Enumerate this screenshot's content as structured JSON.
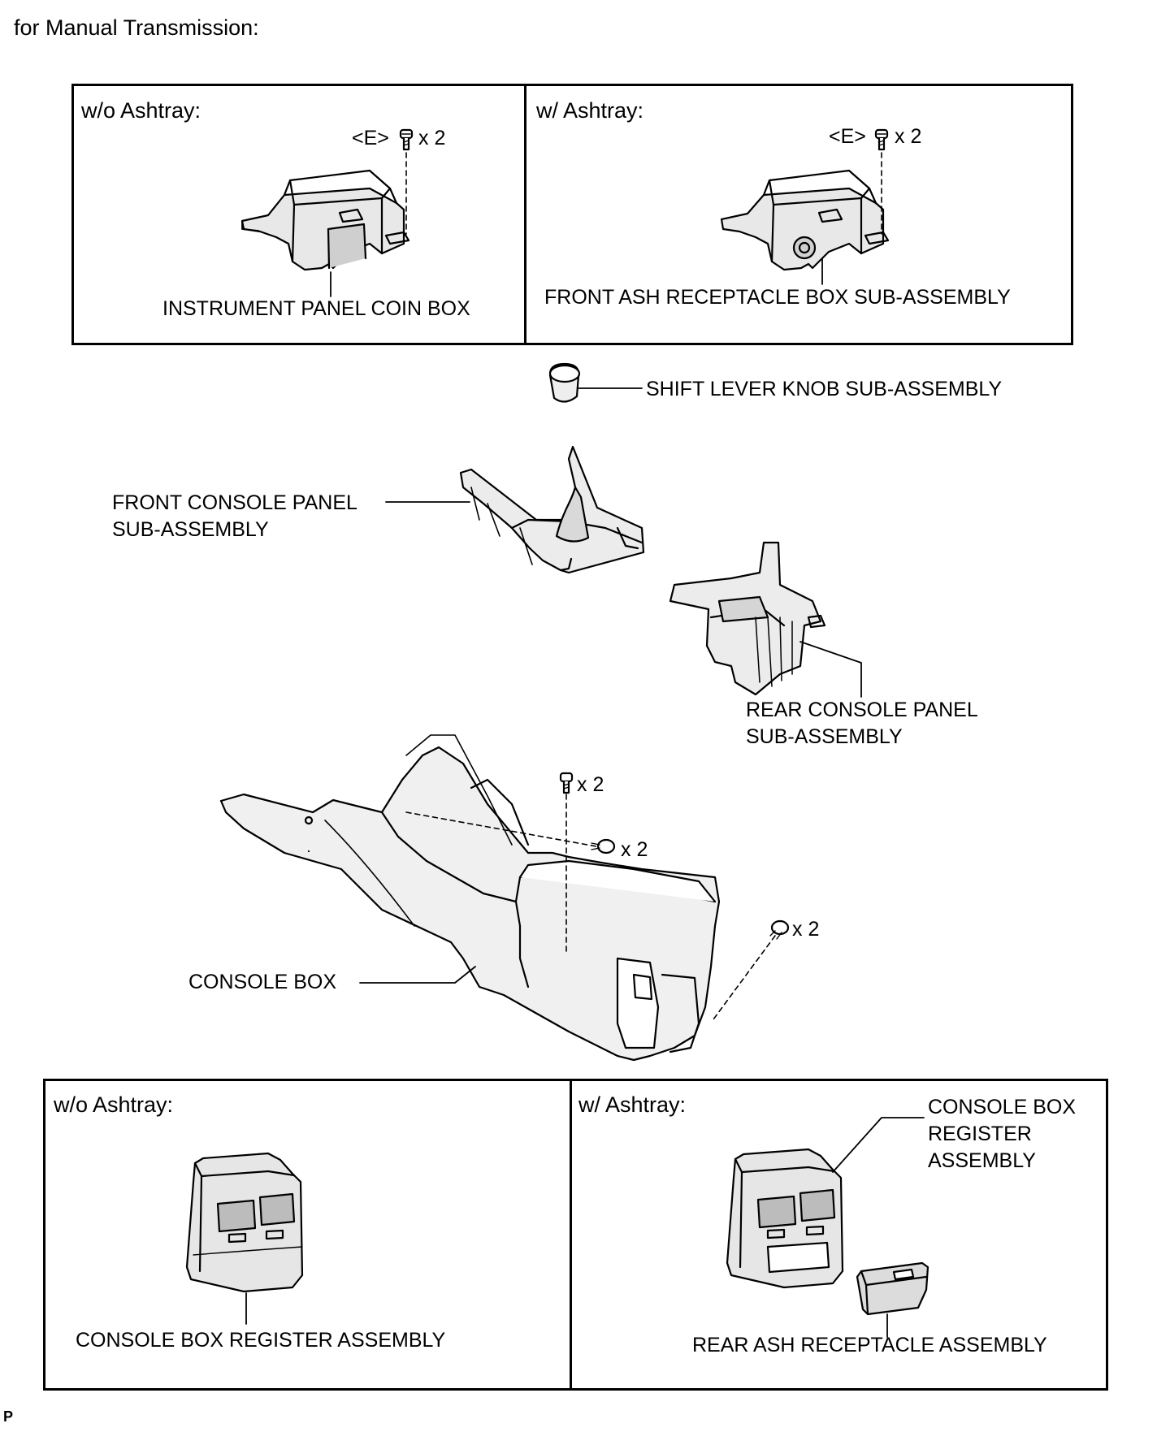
{
  "heading": "for Manual Transmission:",
  "upper_box": {
    "left_title": "w/o Ashtray:",
    "left_fastener": "<E>",
    "left_qty": "x 2",
    "left_part": "INSTRUMENT PANEL COIN BOX",
    "right_title": "w/ Ashtray:",
    "right_fastener": "<E>",
    "right_qty": "x 2",
    "right_part": "FRONT ASH RECEPTACLE BOX SUB-ASSEMBLY"
  },
  "parts": {
    "shift_knob": "SHIFT LEVER KNOB SUB-ASSEMBLY",
    "front_console": "FRONT CONSOLE PANEL\nSUB-ASSEMBLY",
    "rear_console": "REAR CONSOLE PANEL\nSUB-ASSEMBLY",
    "console_box": "CONSOLE BOX",
    "screw_qty_1": "x 2",
    "screw_qty_2": "x 2",
    "screw_qty_3": "x 2"
  },
  "lower_box": {
    "left_title": "w/o Ashtray:",
    "left_part": "CONSOLE BOX REGISTER ASSEMBLY",
    "right_title": "w/ Ashtray:",
    "right_register": "CONSOLE BOX\nREGISTER\nASSEMBLY",
    "right_ash": "REAR ASH RECEPTACLE ASSEMBLY"
  },
  "corner_mark": "P"
}
